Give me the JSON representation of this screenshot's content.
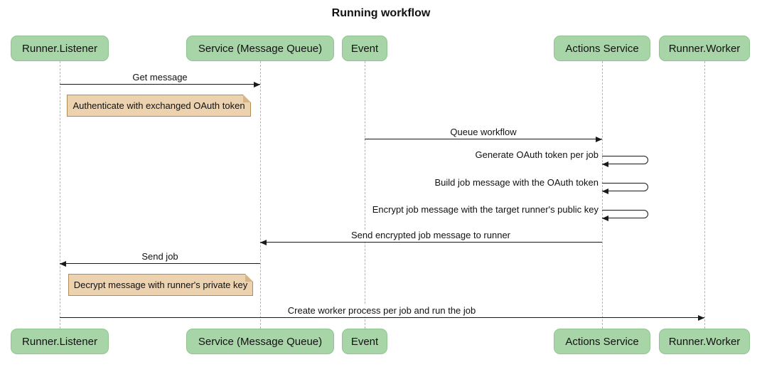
{
  "title": "Running workflow",
  "diagram_type": "sequence",
  "participants": [
    {
      "label": "Runner.Listener"
    },
    {
      "label": "Service (Message Queue)"
    },
    {
      "label": "Event"
    },
    {
      "label": "Actions Service"
    },
    {
      "label": "Runner.Worker"
    }
  ],
  "messages": [
    {
      "from": "Runner.Listener",
      "to": "Service (Message Queue)",
      "label": "Get message"
    },
    {
      "from": "Event",
      "to": "Actions Service",
      "label": "Queue workflow"
    },
    {
      "from": "Actions Service",
      "to": "Actions Service",
      "label": "Generate OAuth token per job"
    },
    {
      "from": "Actions Service",
      "to": "Actions Service",
      "label": "Build job message with the OAuth token"
    },
    {
      "from": "Actions Service",
      "to": "Actions Service",
      "label": "Encrypt job message with the target runner's public key"
    },
    {
      "from": "Actions Service",
      "to": "Service (Message Queue)",
      "label": "Send encrypted job message to runner"
    },
    {
      "from": "Service (Message Queue)",
      "to": "Runner.Listener",
      "label": "Send job"
    },
    {
      "from": "Runner.Listener",
      "to": "Runner.Worker",
      "label": "Create worker process per job and run the job"
    }
  ],
  "notes": [
    {
      "label": "Authenticate with exchanged OAuth token"
    },
    {
      "label": "Decrypt message with runner's private key"
    }
  ],
  "colors": {
    "participant-fill": "#a8d5a8",
    "participant-border": "#8fc48f",
    "note-fill": "#ecd2ae",
    "note-border": "#b08d57",
    "note-fold": "#d8b487",
    "line-color": "#1a1a1a",
    "lifeline-color": "#b3b3b3"
  }
}
